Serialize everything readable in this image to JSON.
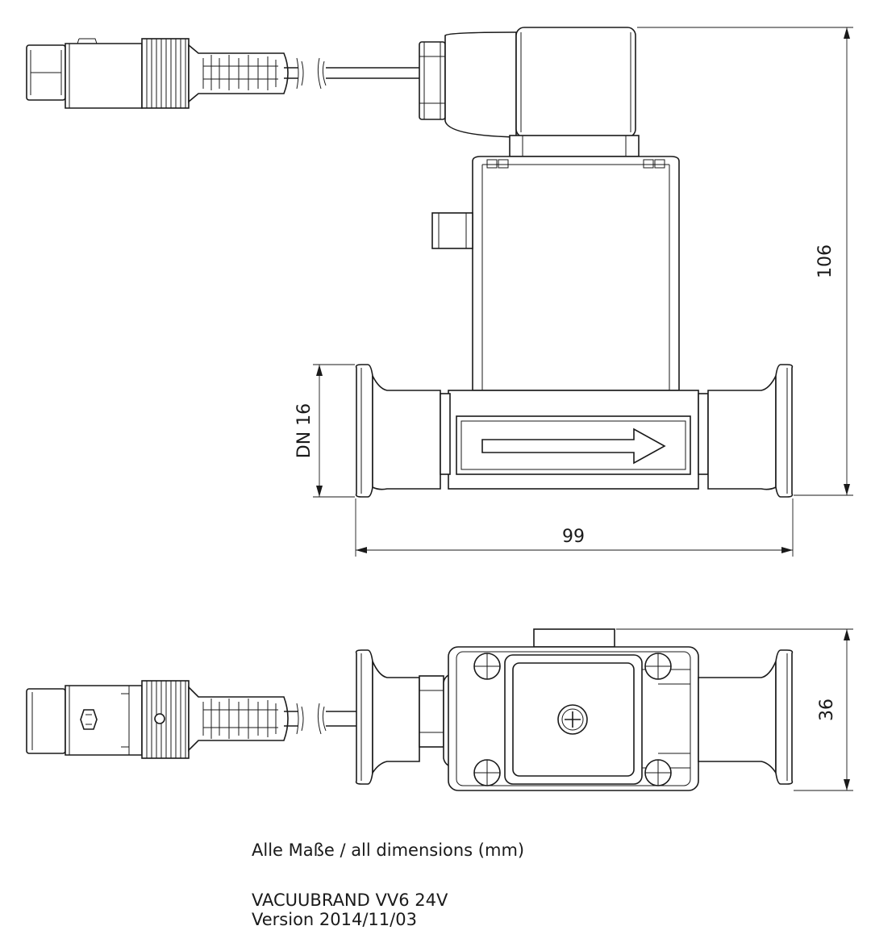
{
  "dimensions": {
    "height": "106",
    "width": "99",
    "depth": "36",
    "flange": "DN 16"
  },
  "notes": {
    "units": "Alle Maße / all dimensions (mm)",
    "product": "VACUUBRAND VV6 24V",
    "version": "Version 2014/11/03"
  }
}
